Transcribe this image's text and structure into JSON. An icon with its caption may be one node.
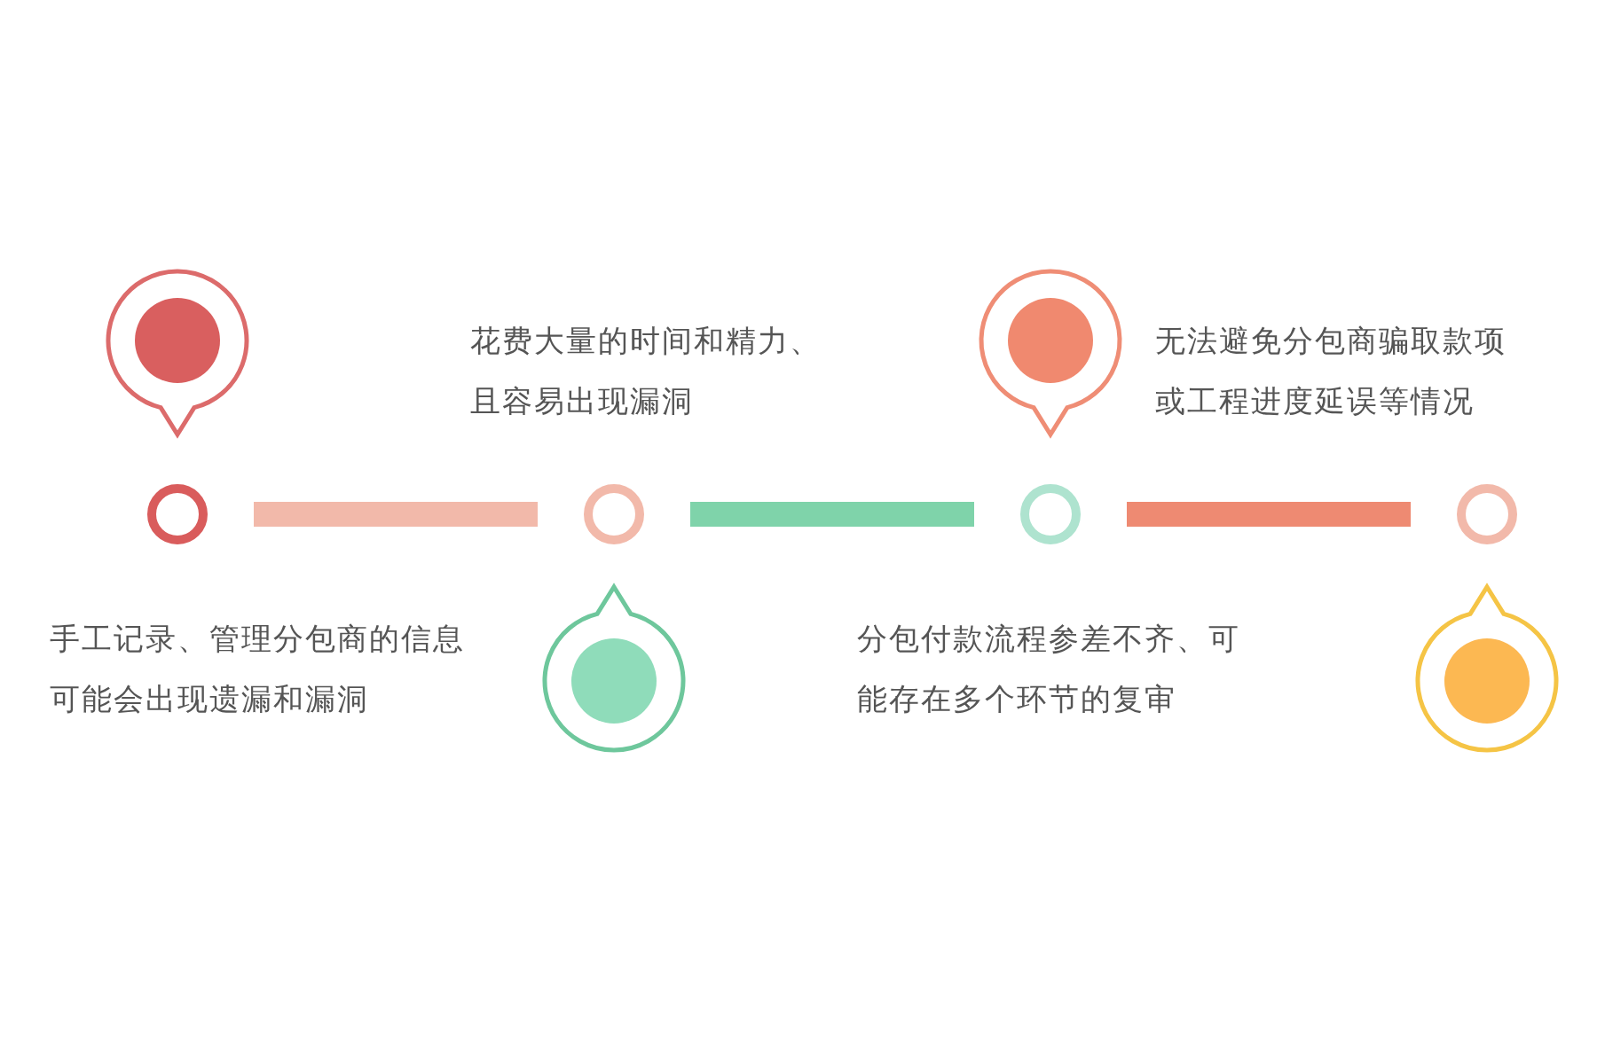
{
  "diagram": {
    "nodes": [
      {
        "text": [],
        "shape": "circle"
      },
      {
        "text": [],
        "shape": "circle"
      },
      {
        "text": [],
        "shape": "circle"
      },
      {
        "text": [],
        "shape": "circle"
      }
    ],
    "edges": [
      {
        "from": 0,
        "to": 1,
        "arrow": "none",
        "color": "#f2b9aa"
      },
      {
        "from": 1,
        "to": 2,
        "arrow": "none",
        "color": "#7fd3aa"
      },
      {
        "from": 2,
        "to": 3,
        "arrow": "none",
        "color": "#ee8a72"
      }
    ],
    "labels": [
      "花费大量的时间和精力、且容易出现漏洞",
      "无法避免分包商骗取款项或工程进度延误等情况",
      "手工记录、管理分包商的信息可能会出现遗漏和漏洞",
      "分包付款流程参差不齐、可能存在多个环节的复审"
    ]
  }
}
